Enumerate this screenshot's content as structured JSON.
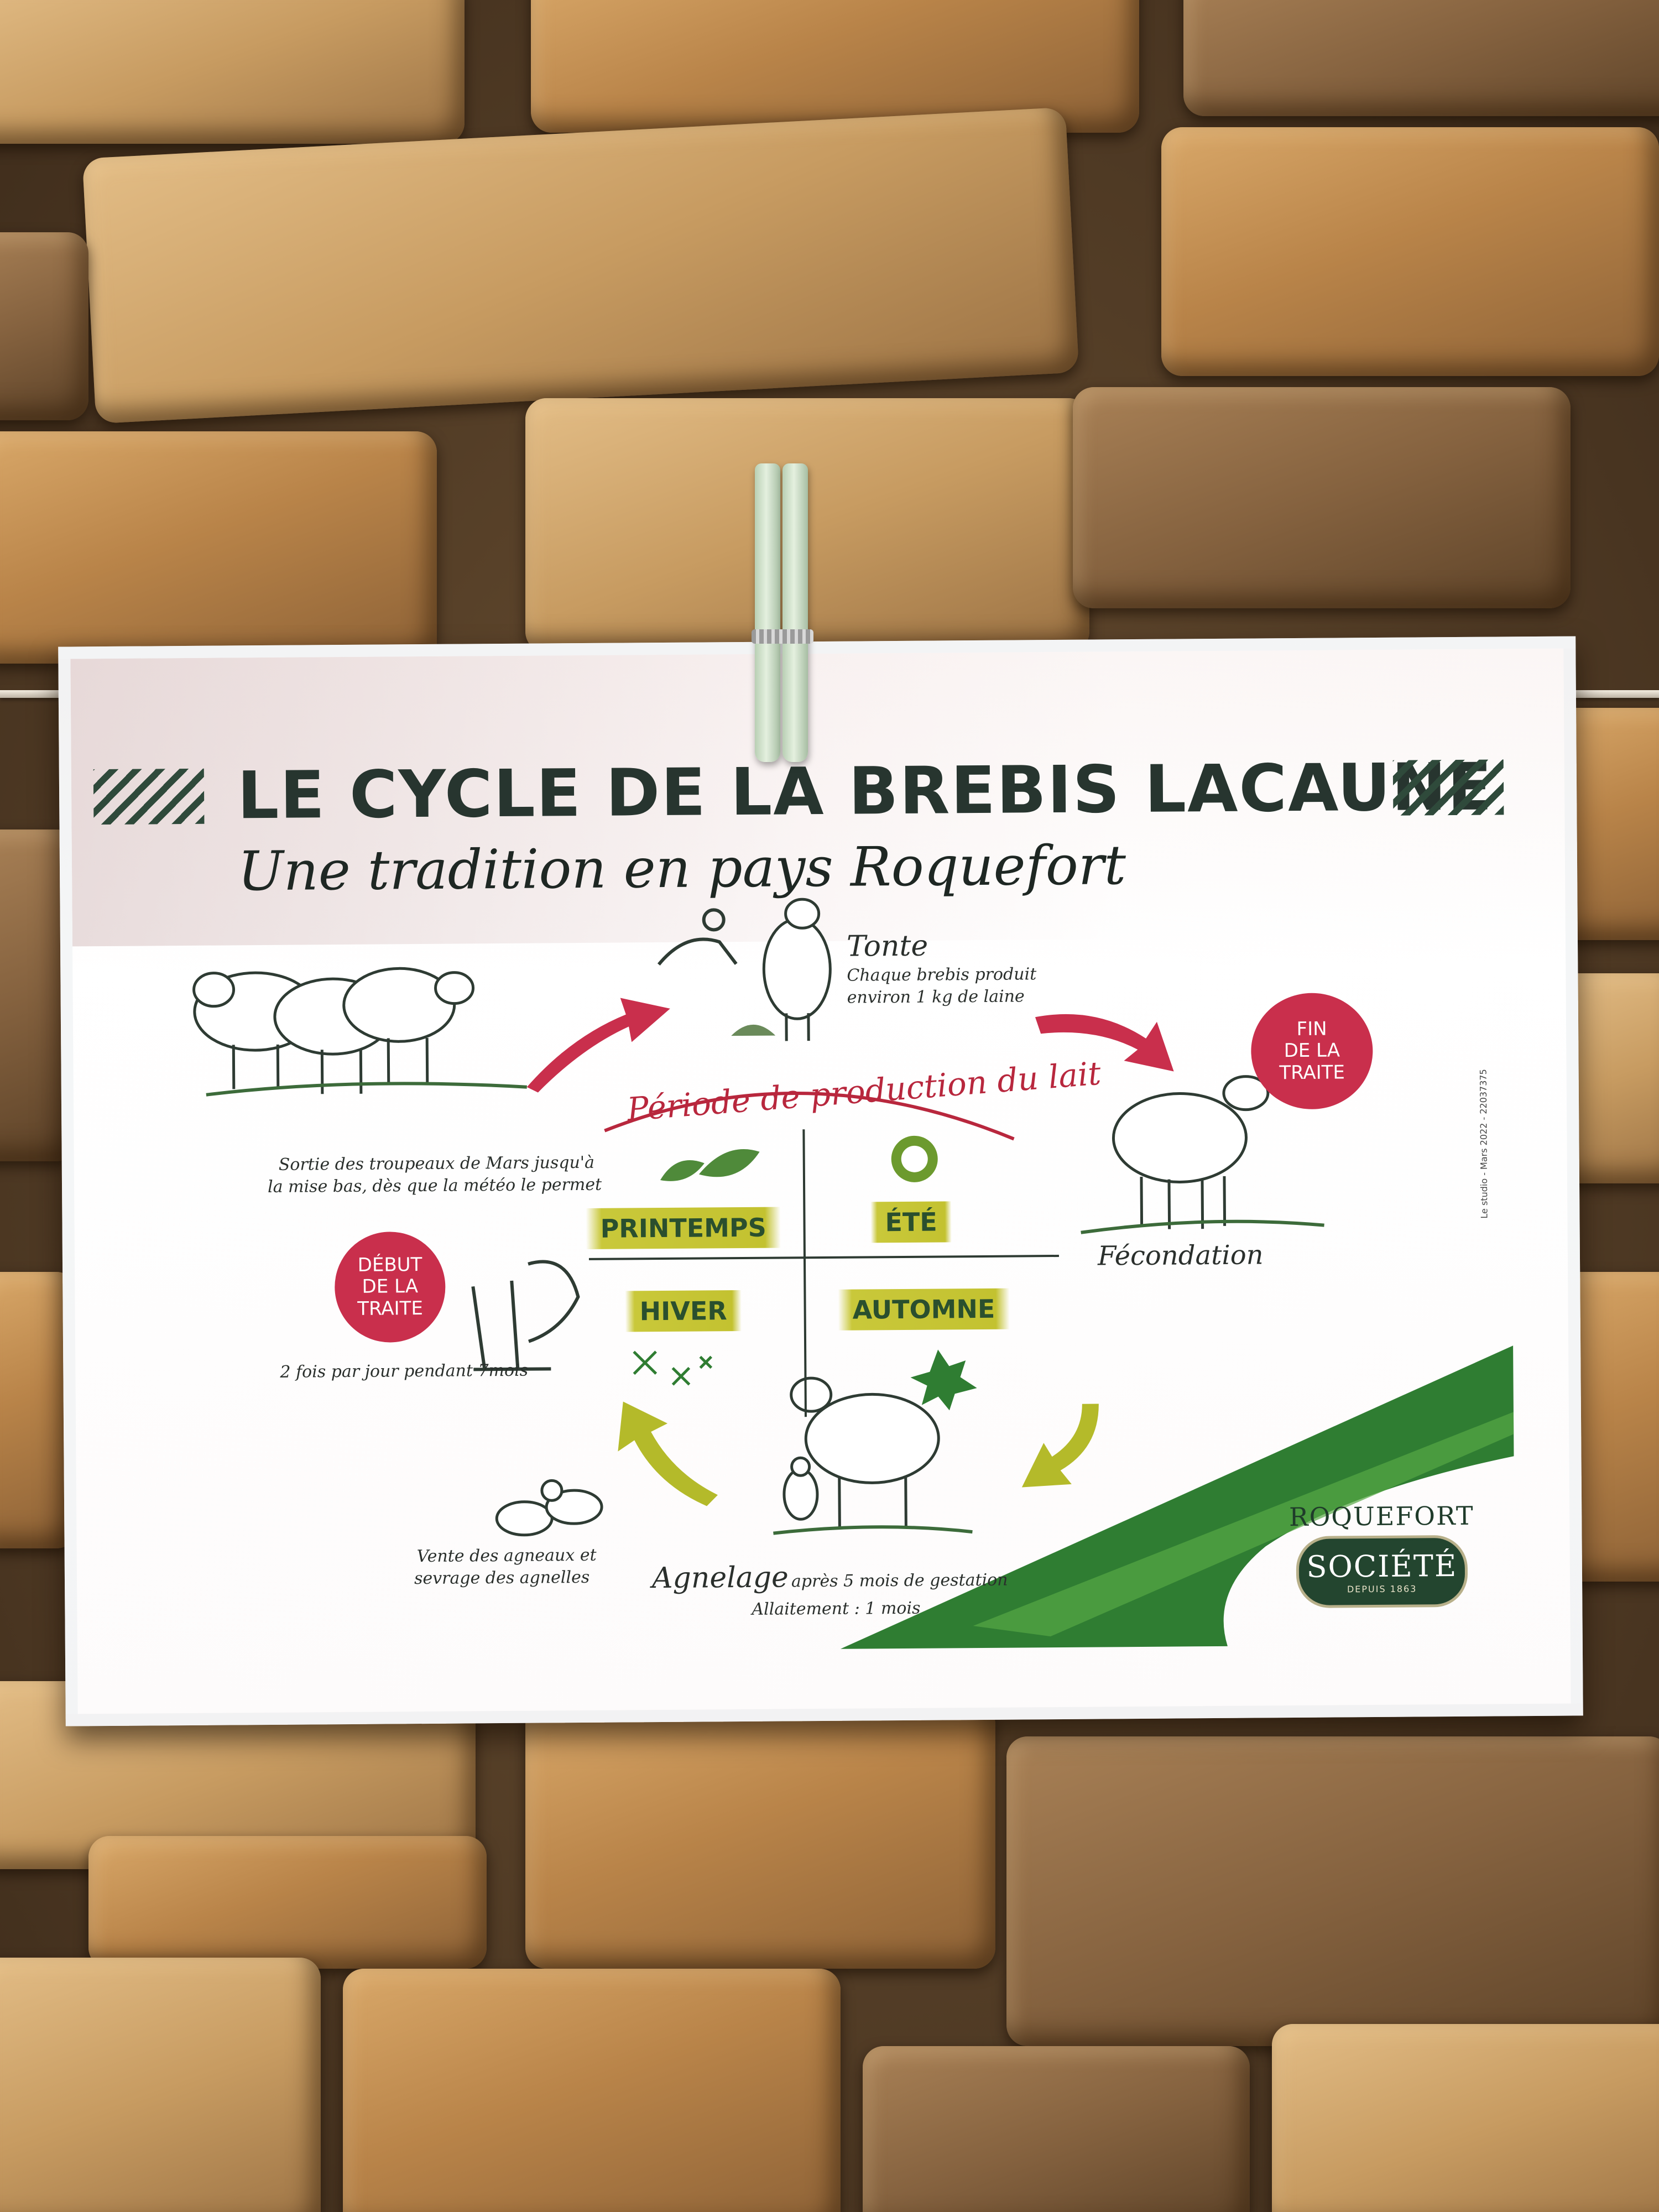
{
  "poster": {
    "title": "LE CYCLE DE LA BREBIS LACAUNE",
    "subtitle": "Une tradition en pays Roquefort",
    "period_label": "Période de production du lait",
    "tonte": {
      "heading": "Tonte",
      "line1": "Chaque brebis produit",
      "line2": "environ 1 kg de laine"
    },
    "fin_traite": "FIN\nDE LA\nTRAITE",
    "debut_traite": "DÉBUT\nDE LA\nTRAITE",
    "sortie": {
      "line1": "Sortie des troupeaux de Mars jusqu'à",
      "line2": "la mise bas, dès que la météo le permet"
    },
    "traite_freq": "2 fois par jour pendant 7mois",
    "fecondation": "Fécondation",
    "vente": {
      "line1": "Vente des agneaux et",
      "line2": "sevrage des agnelles"
    },
    "agnelage": {
      "heading": "Agnelage",
      "rest": "après 5 mois de gestation",
      "line2": "Allaitement : 1 mois"
    },
    "seasons": {
      "printemps": "PRINTEMPS",
      "ete": "ÉTÉ",
      "hiver": "HIVER",
      "automne": "AUTOMNE"
    },
    "logo": {
      "top": "ROQUEFORT",
      "main": "SOCIÉTÉ",
      "since": "DEPUIS 1863"
    },
    "side_note": "Le studio - Mars 2022 - 22037375"
  },
  "colors": {
    "accent_red": "#c92f4c",
    "season_yellow": "#c9c83a",
    "dark_green": "#2f7d32",
    "title_dark": "#27352f"
  },
  "icons": [
    "sheep-flock-icon",
    "shears-icon",
    "sheep-icon",
    "leaf-icon",
    "sun-icon",
    "snowflake-icon",
    "maple-leaf-icon",
    "milking-icon",
    "lamb-icon",
    "clothespin-icon"
  ]
}
